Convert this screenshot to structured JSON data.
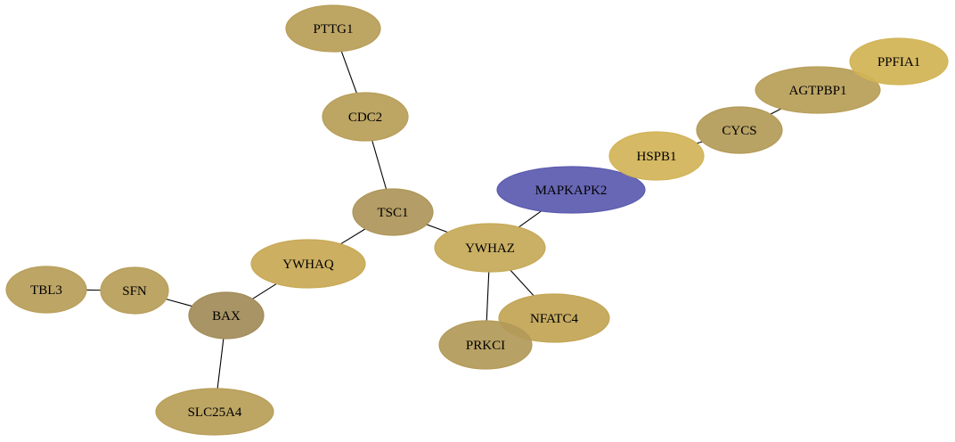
{
  "nodes": [
    {
      "id": "PTTG1",
      "label": "PTTG1",
      "color": "#b89e58"
    },
    {
      "id": "CDC2",
      "label": "CDC2",
      "color": "#b89e58"
    },
    {
      "id": "TSC1",
      "label": "TSC1",
      "color": "#ae965a"
    },
    {
      "id": "YWHAQ",
      "label": "YWHAQ",
      "color": "#c8a955"
    },
    {
      "id": "YWHAZ",
      "label": "YWHAZ",
      "color": "#c6aa58"
    },
    {
      "id": "MAPKAPK2",
      "label": "MAPKAPK2",
      "color": "#5c5baf"
    },
    {
      "id": "HSPB1",
      "label": "HSPB1",
      "color": "#d2b458"
    },
    {
      "id": "CYCS",
      "label": "CYCS",
      "color": "#b39b58"
    },
    {
      "id": "AGTPBP1",
      "label": "AGTPBP1",
      "color": "#b89e58"
    },
    {
      "id": "PPFIA1",
      "label": "PPFIA1",
      "color": "#d2b455"
    },
    {
      "id": "TBL3",
      "label": "TBL3",
      "color": "#b89e5a"
    },
    {
      "id": "SFN",
      "label": "SFN",
      "color": "#b89e5a"
    },
    {
      "id": "BAX",
      "label": "BAX",
      "color": "#a38c5a"
    },
    {
      "id": "SLC25A4",
      "label": "SLC25A4",
      "color": "#b89e58"
    },
    {
      "id": "NFATC4",
      "label": "NFATC4",
      "color": "#c2a555"
    },
    {
      "id": "PRKCI",
      "label": "PRKCI",
      "color": "#b39a58"
    }
  ],
  "edges": [
    [
      "PTTG1",
      "CDC2"
    ],
    [
      "CDC2",
      "TSC1"
    ],
    [
      "TSC1",
      "YWHAQ"
    ],
    [
      "TSC1",
      "YWHAZ"
    ],
    [
      "YWHAZ",
      "MAPKAPK2"
    ],
    [
      "YWHAZ",
      "NFATC4"
    ],
    [
      "YWHAZ",
      "PRKCI"
    ],
    [
      "YWHAQ",
      "BAX"
    ],
    [
      "BAX",
      "SFN"
    ],
    [
      "SFN",
      "TBL3"
    ],
    [
      "BAX",
      "SLC25A4"
    ],
    [
      "HSPB1",
      "CYCS"
    ],
    [
      "CYCS",
      "AGTPBP1"
    ],
    [
      "AGTPBP1",
      "PPFIA1"
    ]
  ]
}
